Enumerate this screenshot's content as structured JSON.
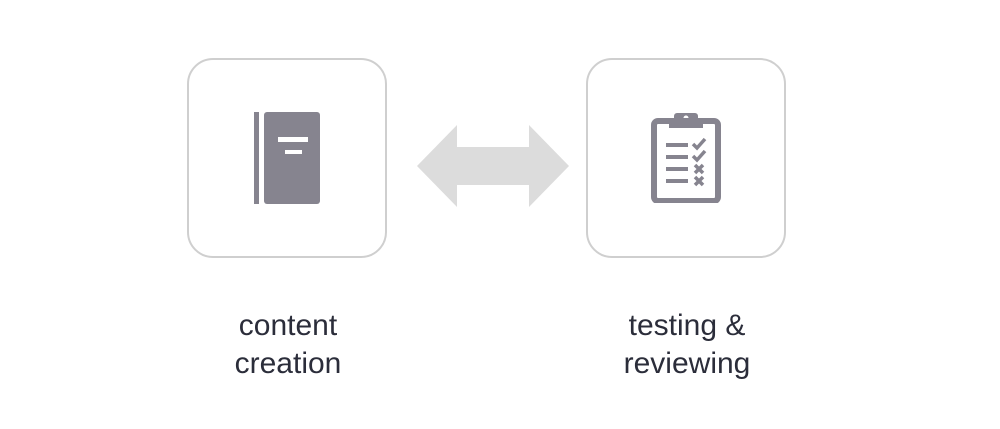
{
  "colors": {
    "icon": "#86848f",
    "arrow": "#dcdcdc",
    "box_border": "#cfcfcf",
    "label_text": "#2b2d3a"
  },
  "nodes": [
    {
      "icon": "notebook-icon",
      "label_line1": "content",
      "label_line2": "creation"
    },
    {
      "icon": "clipboard-checklist-icon",
      "label_line1": "testing &",
      "label_line2": "reviewing"
    }
  ],
  "connector": {
    "icon": "double-headed-arrow-icon",
    "direction": "bidirectional"
  }
}
